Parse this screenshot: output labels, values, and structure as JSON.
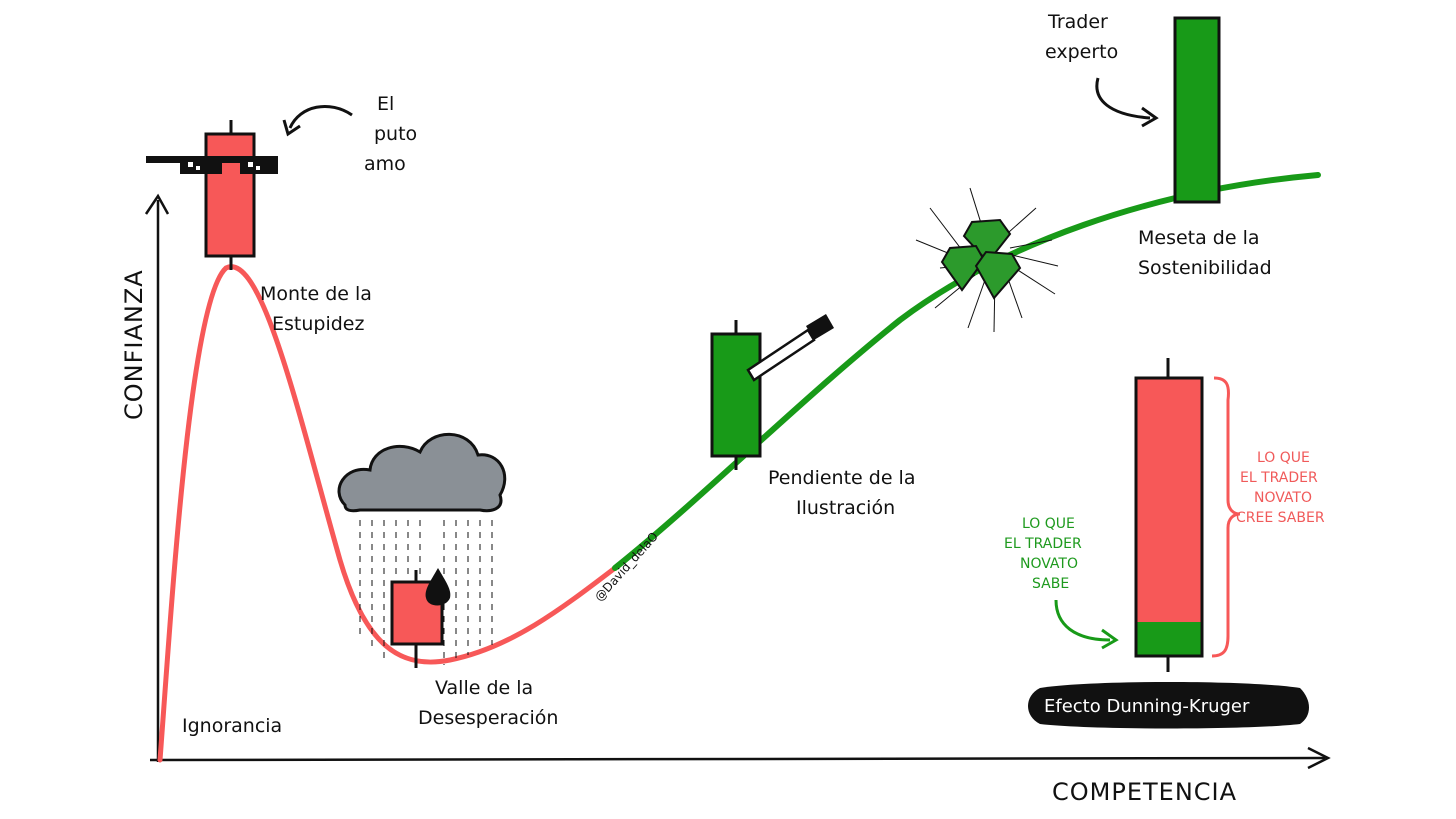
{
  "axes": {
    "y_label": "CONFIANZA",
    "x_label": "COMPETENCIA"
  },
  "stages": {
    "peak": [
      "Monte de la",
      "Estupidez"
    ],
    "valley": [
      "Valle de la",
      "Desesperación"
    ],
    "slope": [
      "Pendiente de la",
      "Ilustración"
    ],
    "plateau": [
      "Meseta de la",
      "Sostenibilidad"
    ],
    "start": "Ignorancia"
  },
  "notes": {
    "boss": [
      "El",
      "puto",
      "amo"
    ],
    "expert": [
      "Trader",
      "experto"
    ]
  },
  "legend": {
    "believes": [
      "LO QUE",
      "EL TRADER",
      "NOVATO",
      "CREE SABER"
    ],
    "knows": [
      "LO QUE",
      "EL TRADER",
      "NOVATO",
      "SABE"
    ],
    "badge": "Efecto Dunning-Kruger"
  },
  "signature": "@David_delaO",
  "colors": {
    "red": "#f75858",
    "green": "#189a18",
    "cloud": "#8a9096",
    "ink": "#111111"
  }
}
